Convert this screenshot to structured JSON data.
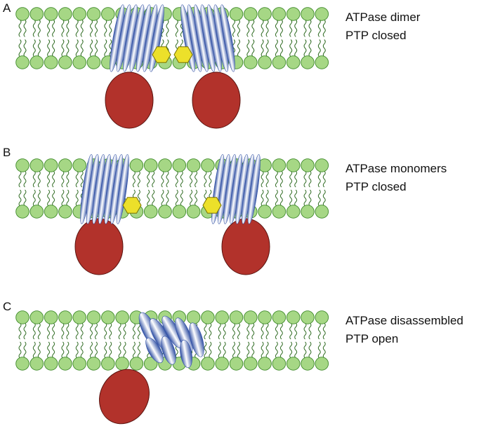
{
  "panels": [
    {
      "letter": "A",
      "line1": "ATPase dimer",
      "line2": "PTP closed"
    },
    {
      "letter": "B",
      "line1": "ATPase monomers",
      "line2": "PTP closed"
    },
    {
      "letter": "C",
      "line1": "ATPase disassembled",
      "line2": "PTP open"
    }
  ],
  "colors": {
    "lipid_head": "#a6d785",
    "lipid_head_stroke": "#3f8a2a",
    "lipid_tail": "#2f6b22",
    "protein_blue": "#2e4ea3",
    "protein_light": "#ffffff",
    "f1_red": "#b2322b",
    "f1_red_stroke": "#5a1410",
    "hexagon": "#ece02a",
    "hexagon_stroke": "#7a7300"
  },
  "icons": [
    "lipid-bilayer",
    "membrane-protein-helices",
    "f1-head-ellipse",
    "hexagon-molecule"
  ]
}
